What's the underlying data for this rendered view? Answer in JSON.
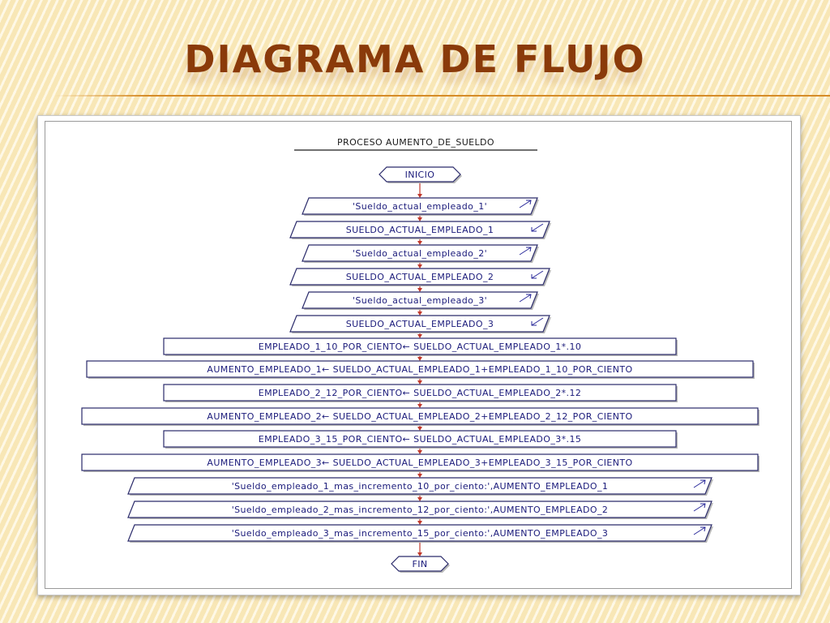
{
  "slide": {
    "title": "DIAGRAMA DE FLUJO"
  },
  "diagram": {
    "process_title": "PROCESO AUMENTO_DE_SUELDO",
    "nodes": [
      {
        "id": "n0",
        "type": "terminal",
        "label": "INICIO"
      },
      {
        "id": "n1",
        "type": "output",
        "label": "'Sueldo_actual_empleado_1'"
      },
      {
        "id": "n2",
        "type": "input",
        "label": "SUELDO_ACTUAL_EMPLEADO_1"
      },
      {
        "id": "n3",
        "type": "output",
        "label": "'Sueldo_actual_empleado_2'"
      },
      {
        "id": "n4",
        "type": "input",
        "label": "SUELDO_ACTUAL_EMPLEADO_2"
      },
      {
        "id": "n5",
        "type": "output",
        "label": "'Sueldo_actual_empleado_3'"
      },
      {
        "id": "n6",
        "type": "input",
        "label": "SUELDO_ACTUAL_EMPLEADO_3"
      },
      {
        "id": "n7",
        "type": "process",
        "label": "EMPLEADO_1_10_POR_CIENTO← SUELDO_ACTUAL_EMPLEADO_1*.10"
      },
      {
        "id": "n8",
        "type": "process",
        "label": "AUMENTO_EMPLEADO_1← SUELDO_ACTUAL_EMPLEADO_1+EMPLEADO_1_10_POR_CIENTO"
      },
      {
        "id": "n9",
        "type": "process",
        "label": "EMPLEADO_2_12_POR_CIENTO← SUELDO_ACTUAL_EMPLEADO_2*.12"
      },
      {
        "id": "n10",
        "type": "process",
        "label": "AUMENTO_EMPLEADO_2← SUELDO_ACTUAL_EMPLEADO_2+EMPLEADO_2_12_POR_CIENTO"
      },
      {
        "id": "n11",
        "type": "process",
        "label": "EMPLEADO_3_15_POR_CIENTO← SUELDO_ACTUAL_EMPLEADO_3*.15"
      },
      {
        "id": "n12",
        "type": "process",
        "label": "AUMENTO_EMPLEADO_3← SUELDO_ACTUAL_EMPLEADO_3+EMPLEADO_3_15_POR_CIENTO"
      },
      {
        "id": "n13",
        "type": "output",
        "label": "'Sueldo_empleado_1_mas_incremento_10_por_ciento:',AUMENTO_EMPLEADO_1"
      },
      {
        "id": "n14",
        "type": "output",
        "label": "'Sueldo_empleado_2_mas_incremento_12_por_ciento:',AUMENTO_EMPLEADO_2"
      },
      {
        "id": "n15",
        "type": "output",
        "label": "'Sueldo_empleado_3_mas_incremento_15_por_ciento:',AUMENTO_EMPLEADO_3"
      },
      {
        "id": "n16",
        "type": "terminal",
        "label": "FIN"
      }
    ],
    "edges": [
      {
        "from": "n0",
        "to": "n1"
      },
      {
        "from": "n1",
        "to": "n2"
      },
      {
        "from": "n2",
        "to": "n3"
      },
      {
        "from": "n3",
        "to": "n4"
      },
      {
        "from": "n4",
        "to": "n5"
      },
      {
        "from": "n5",
        "to": "n6"
      },
      {
        "from": "n6",
        "to": "n7"
      },
      {
        "from": "n7",
        "to": "n8"
      },
      {
        "from": "n8",
        "to": "n9"
      },
      {
        "from": "n9",
        "to": "n10"
      },
      {
        "from": "n10",
        "to": "n11"
      },
      {
        "from": "n11",
        "to": "n12"
      },
      {
        "from": "n12",
        "to": "n13"
      },
      {
        "from": "n13",
        "to": "n14"
      },
      {
        "from": "n14",
        "to": "n15"
      },
      {
        "from": "n15",
        "to": "n16"
      }
    ]
  }
}
